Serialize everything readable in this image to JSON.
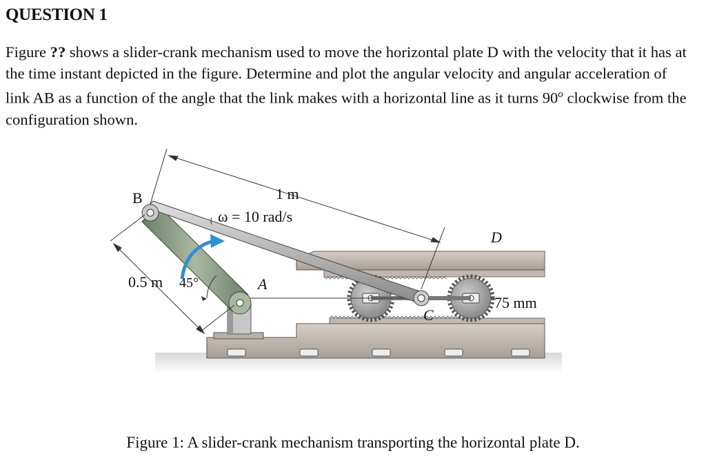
{
  "document": {
    "heading": "QUESTION 1",
    "problem": {
      "part1": "Figure ",
      "figure_ref": "??",
      "part2": " shows a slider-crank mechanism used to move the horizontal plate D with the velocity that it has at the time instant depicted in the figure. Determine and plot the angular velocity and angular acceleration of link AB as a function of the angle that the link makes with a horizontal line as it turns 90",
      "degree_sup": "o",
      "part3": " clockwise from the configuration shown."
    },
    "caption": "Figure 1: A slider-crank mechanism transporting the horizontal plate D."
  },
  "figure": {
    "labels": {
      "B": "B",
      "A": "A",
      "C": "C",
      "D": "D",
      "length_BC": "1 m",
      "omega": "ω = 10 rad/s",
      "length_AB": "0.5 m",
      "angle": "45°",
      "radius": "75 mm"
    },
    "colors": {
      "link_ab": "#8a9a82",
      "link_bc": "#b8b8b8",
      "plate": "#c9c0b8",
      "gear": "#a9a9a9",
      "omega_arrow": "#2f8fd6"
    }
  }
}
